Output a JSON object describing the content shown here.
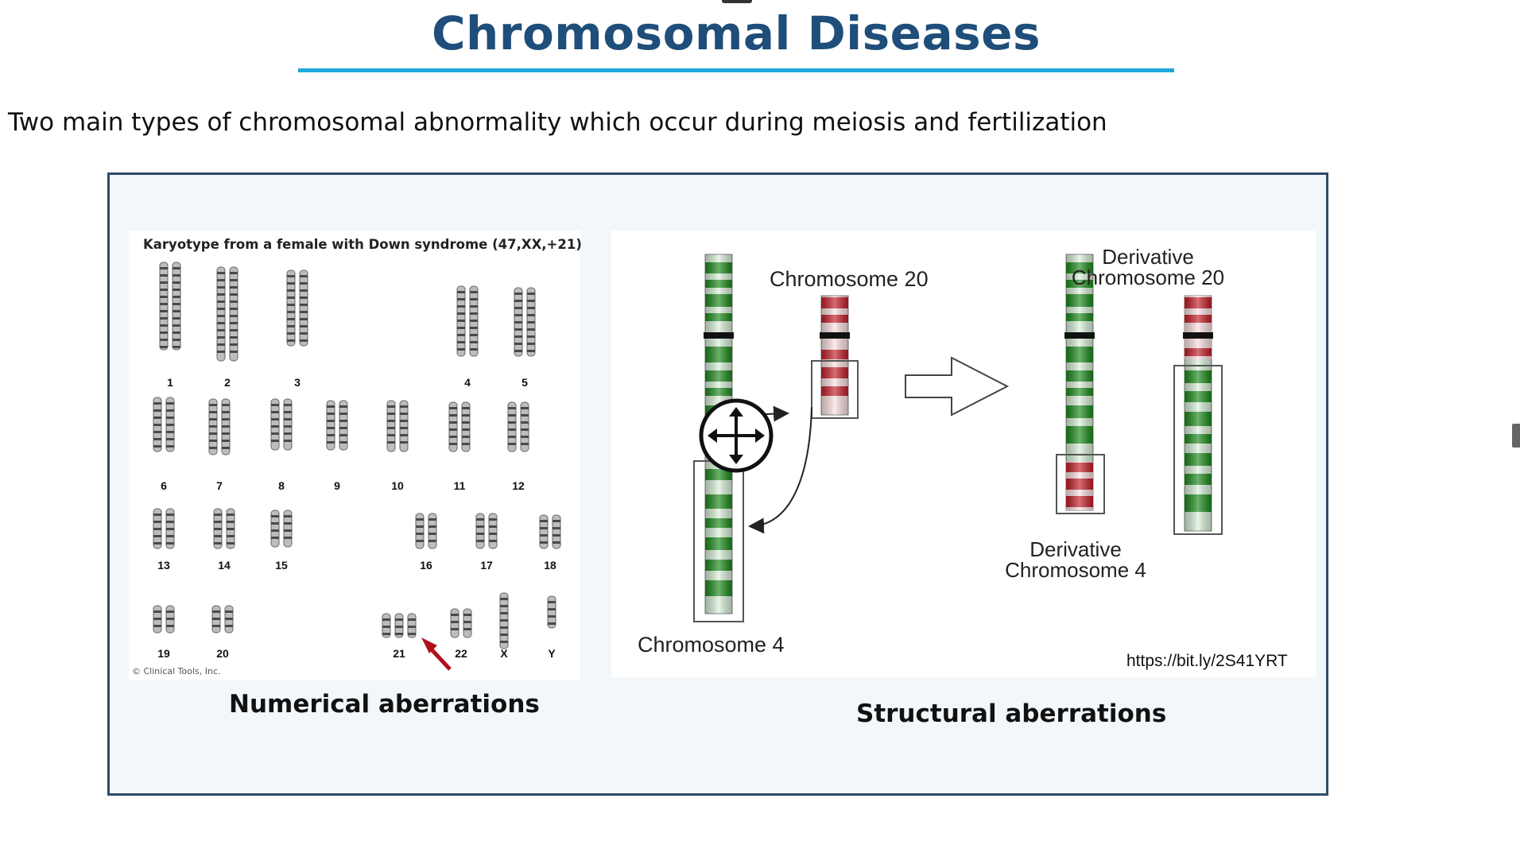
{
  "slide": {
    "title": "Chromosomal Diseases",
    "subtitle": "Two main types of chromosomal abnormality which occur during meiosis and fertilization"
  },
  "numerical": {
    "karyotype_title": "Karyotype from a female with Down syndrome (47,XX,+21)",
    "labels": [
      "1",
      "2",
      "3",
      "4",
      "5",
      "6",
      "7",
      "8",
      "9",
      "10",
      "11",
      "12",
      "13",
      "14",
      "15",
      "16",
      "17",
      "18",
      "19",
      "20",
      "21",
      "22",
      "X",
      "Y"
    ],
    "copyright": "© Clinical Tools, Inc.",
    "caption": "Numerical aberrations"
  },
  "structural": {
    "chr20_label": "Chromosome 20",
    "chr4_label": "Chromosome 4",
    "deriv20_label_line1": "Derivative",
    "deriv20_label_line2": "Chromosome 20",
    "deriv4_label_line1": "Derivative",
    "deriv4_label_line2": "Chromosome 4",
    "source_url": "https://bit.ly/2S41YRT",
    "caption": "Structural aberrations"
  },
  "colors": {
    "title": "#1e4e79",
    "rule": "#1fa7dd",
    "panel_bg": "#f2f7fb",
    "panel_border": "#2f4a6b",
    "green_band": "#1d8a1d",
    "red_band": "#c41e2a",
    "arrow_red": "#b0101a"
  },
  "icons": {
    "move_cursor": "move-cursor-icon",
    "arrow": "block-arrow-icon"
  }
}
